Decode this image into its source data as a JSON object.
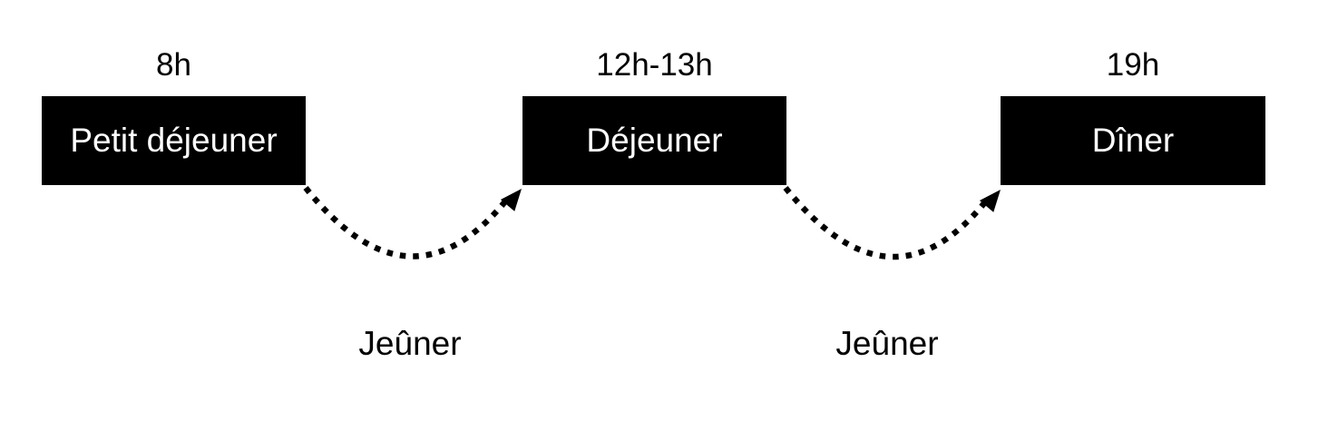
{
  "diagram": {
    "meals": [
      {
        "time": "8h",
        "label": "Petit déjeuner"
      },
      {
        "time": "12h-13h",
        "label": "Déjeuner"
      },
      {
        "time": "19h",
        "label": "Dîner"
      }
    ],
    "fasting": [
      {
        "label": "Jeûner"
      },
      {
        "label": "Jeûner"
      }
    ],
    "colors": {
      "background": "#ffffff",
      "box_bg": "#000000",
      "box_text": "#ffffff",
      "text": "#000000",
      "arrow": "#000000"
    }
  }
}
